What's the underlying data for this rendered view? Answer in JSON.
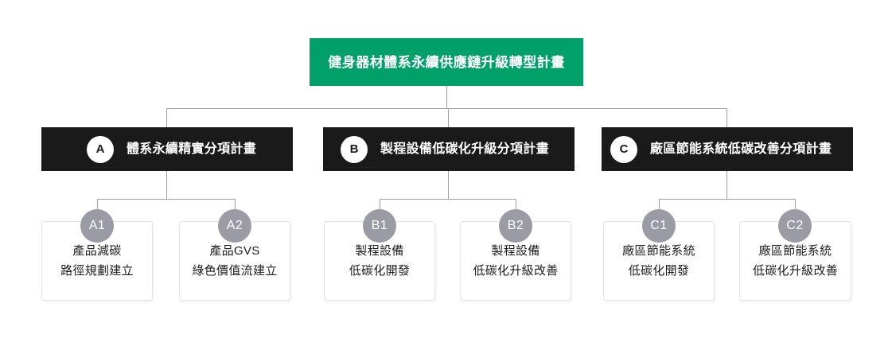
{
  "diagram": {
    "title": "健身器材體系永續供應鏈升級轉型計畫",
    "colors": {
      "root_background": "#00a06a",
      "branch_background": "#1a1a1a",
      "leaf_badge": "#9b9ba6",
      "connector_line": "#9e9ea6",
      "card_border": "#e3e3e6"
    },
    "root": {
      "label": "健身器材體系永續供應鏈升級轉型計畫"
    },
    "branches": [
      {
        "code": "A",
        "label": "體系永續精實分項計畫",
        "leaves": [
          {
            "code": "A1",
            "line1": "產品減碳",
            "line2": "路徑規劃建立"
          },
          {
            "code": "A2",
            "line1": "產品GVS",
            "line2": "綠色價值流建立"
          }
        ]
      },
      {
        "code": "B",
        "label": "製程設備低碳化升級分項計畫",
        "leaves": [
          {
            "code": "B1",
            "line1": "製程設備",
            "line2": "低碳化開發"
          },
          {
            "code": "B2",
            "line1": "製程設備",
            "line2": "低碳化升級改善"
          }
        ]
      },
      {
        "code": "C",
        "label": "廠區節能系統低碳改善分項計畫",
        "leaves": [
          {
            "code": "C1",
            "line1": "廠區節能系統",
            "line2": "低碳化開發"
          },
          {
            "code": "C2",
            "line1": "廠區節能系統",
            "line2": "低碳化升級改善"
          }
        ]
      }
    ]
  }
}
